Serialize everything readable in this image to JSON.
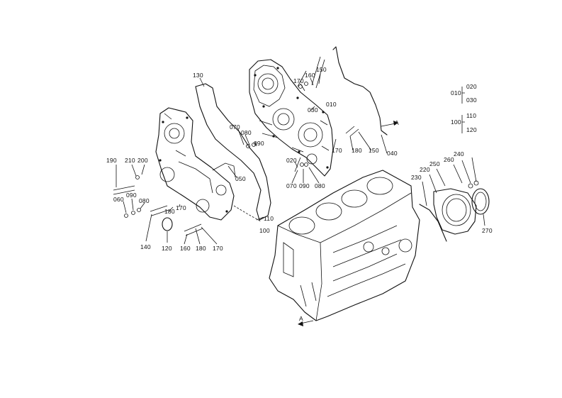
{
  "callouts": [
    {
      "id": "c130",
      "text": "130"
    },
    {
      "id": "c170a",
      "text": "170"
    },
    {
      "id": "c160a",
      "text": "160"
    },
    {
      "id": "c150a",
      "text": "150"
    },
    {
      "id": "c030a",
      "text": "030"
    },
    {
      "id": "c010a",
      "text": "010"
    },
    {
      "id": "c070a",
      "text": "070"
    },
    {
      "id": "c080a",
      "text": "080"
    },
    {
      "id": "c090a",
      "text": "090"
    },
    {
      "id": "c170b",
      "text": "170"
    },
    {
      "id": "c180a",
      "text": "180"
    },
    {
      "id": "c150b",
      "text": "150"
    },
    {
      "id": "c040",
      "text": "040"
    },
    {
      "id": "c020",
      "text": "020"
    },
    {
      "id": "c070b",
      "text": "070"
    },
    {
      "id": "c090b",
      "text": "090"
    },
    {
      "id": "c080b",
      "text": "080"
    },
    {
      "id": "c050",
      "text": "050"
    },
    {
      "id": "c190",
      "text": "190"
    },
    {
      "id": "c210",
      "text": "210"
    },
    {
      "id": "c200",
      "text": "200"
    },
    {
      "id": "c060",
      "text": "060"
    },
    {
      "id": "c090c",
      "text": "090"
    },
    {
      "id": "c080c",
      "text": "080"
    },
    {
      "id": "c180b",
      "text": "180"
    },
    {
      "id": "c170c",
      "text": "170"
    },
    {
      "id": "c110",
      "text": "110"
    },
    {
      "id": "c100a",
      "text": "100"
    },
    {
      "id": "c140",
      "text": "140"
    },
    {
      "id": "c120",
      "text": "120"
    },
    {
      "id": "c160b",
      "text": "160"
    },
    {
      "id": "c180c",
      "text": "180"
    },
    {
      "id": "c170d",
      "text": "170"
    },
    {
      "id": "c230",
      "text": "230"
    },
    {
      "id": "c220",
      "text": "220"
    },
    {
      "id": "c250",
      "text": "250"
    },
    {
      "id": "c260",
      "text": "260"
    },
    {
      "id": "c240",
      "text": "240"
    },
    {
      "id": "c270",
      "text": "270"
    }
  ],
  "legend": {
    "top": {
      "main": "010",
      "upper": "020",
      "lower": "030"
    },
    "bottom": {
      "main": "100",
      "upper": "110",
      "lower": "120"
    }
  },
  "markers": {
    "arrow_a_top": "A",
    "arrow_a_bottom": "A"
  }
}
